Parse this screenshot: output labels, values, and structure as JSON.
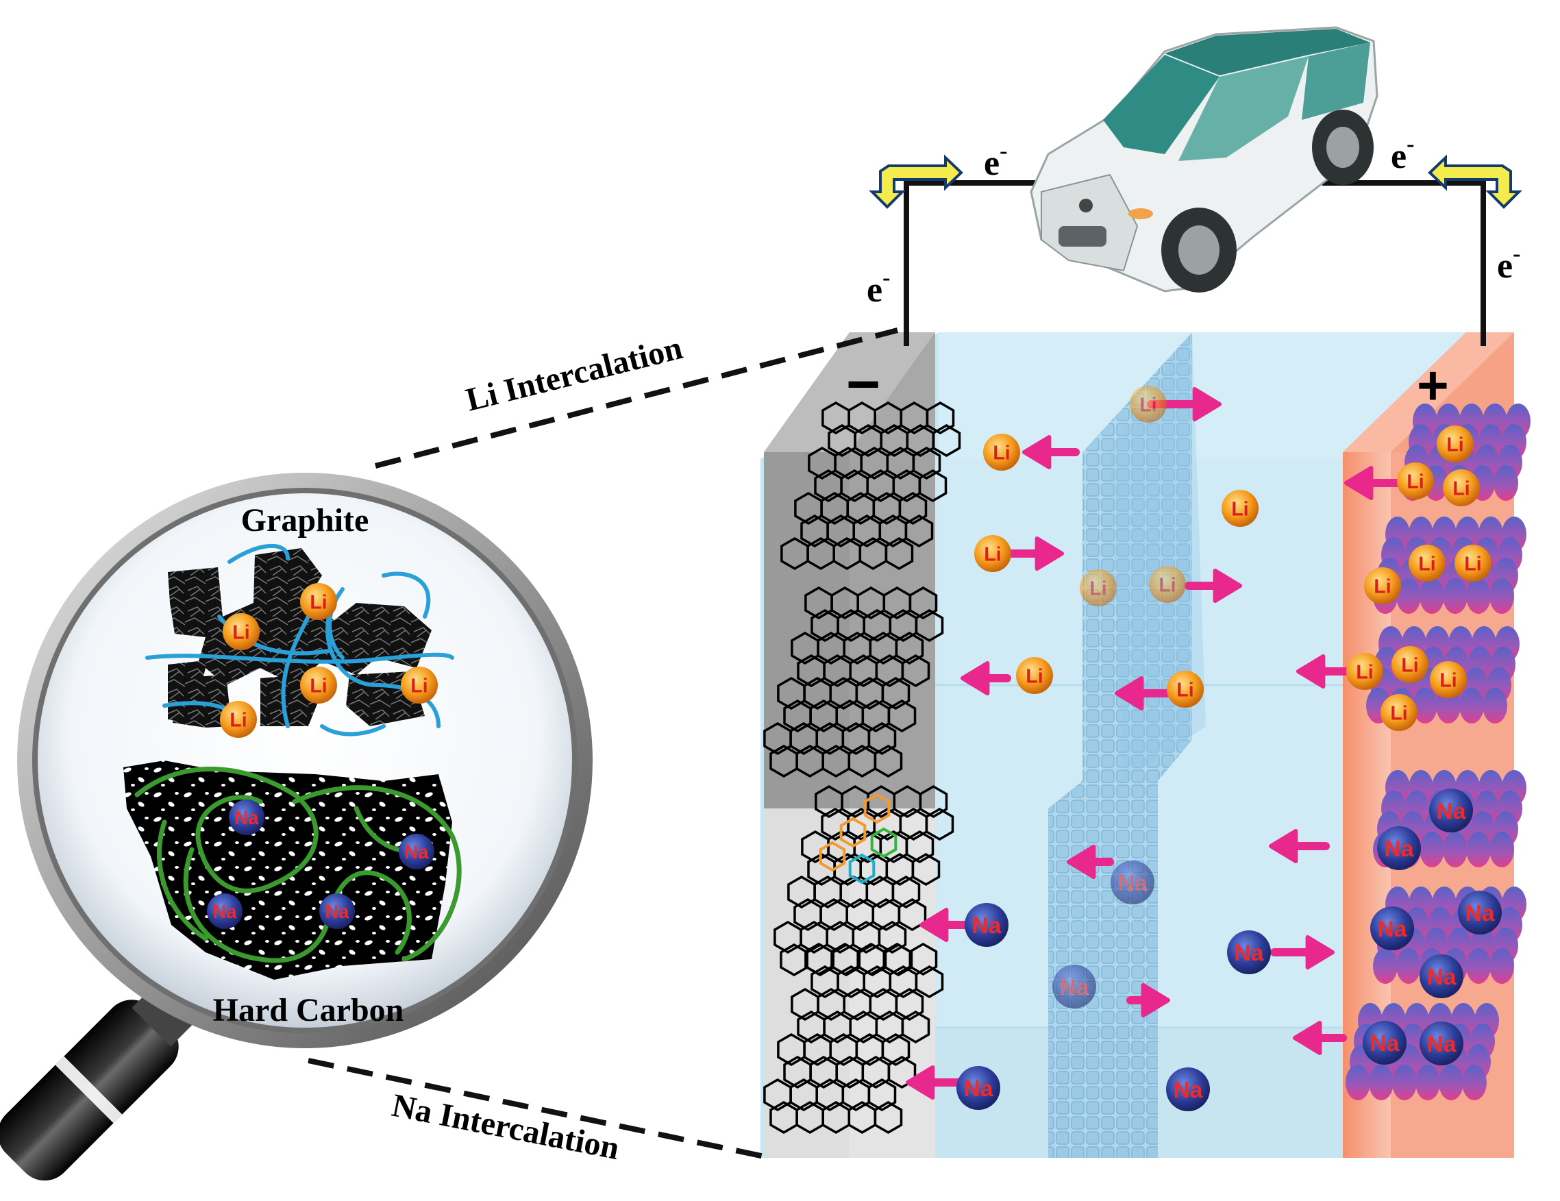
{
  "labels": {
    "graphite": "Graphite",
    "hard_carbon": "Hard Carbon",
    "li_intercalation": "Li Intercalation",
    "na_intercalation": "Na Intercalation",
    "electron": "e",
    "electron_sup": "-",
    "minus": "−",
    "plus": "+"
  },
  "ions": {
    "li": "Li",
    "na": "Na"
  },
  "colors": {
    "electrolyte": "#cdeaf5",
    "separator": "#7fb8d8",
    "cathode": "#f6a286",
    "anode_top": "#a8a8a8",
    "anode_bottom": "#dcdcdc",
    "li_ion": "#f59b1c",
    "na_ion": "#2e3f9c",
    "arrow": "#e8288c",
    "graphite_binder": "#2aa0d8",
    "hard_carbon_binder": "#3a9a2e",
    "wire": "#111111"
  }
}
